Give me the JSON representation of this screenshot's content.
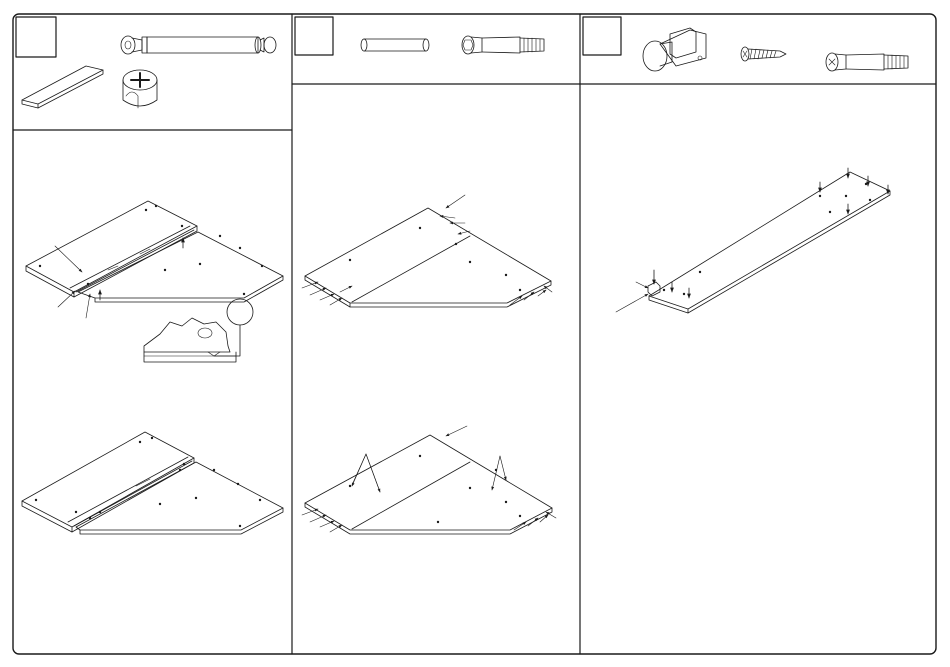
{
  "document": {
    "type": "assembly-instructions",
    "columns": [
      {
        "step_box": "",
        "hardware": [
          "wooden-strip-icon",
          "cam-bolt-long-icon",
          "cam-lock-nut-icon"
        ],
        "figures": [
          "corner-desk-join-with-detail",
          "corner-desk-joined"
        ]
      },
      {
        "step_box": "",
        "hardware": [
          "wooden-dowel-icon",
          "cam-bolt-icon"
        ],
        "figures": [
          "corner-panel-hardware-top",
          "corner-panel-hardware-bottom"
        ]
      },
      {
        "step_box": "",
        "hardware": [
          "bracket-fitting-icon",
          "wood-screw-icon",
          "cam-bolt-icon"
        ],
        "figures": [
          "long-panel-hardware"
        ]
      }
    ]
  }
}
